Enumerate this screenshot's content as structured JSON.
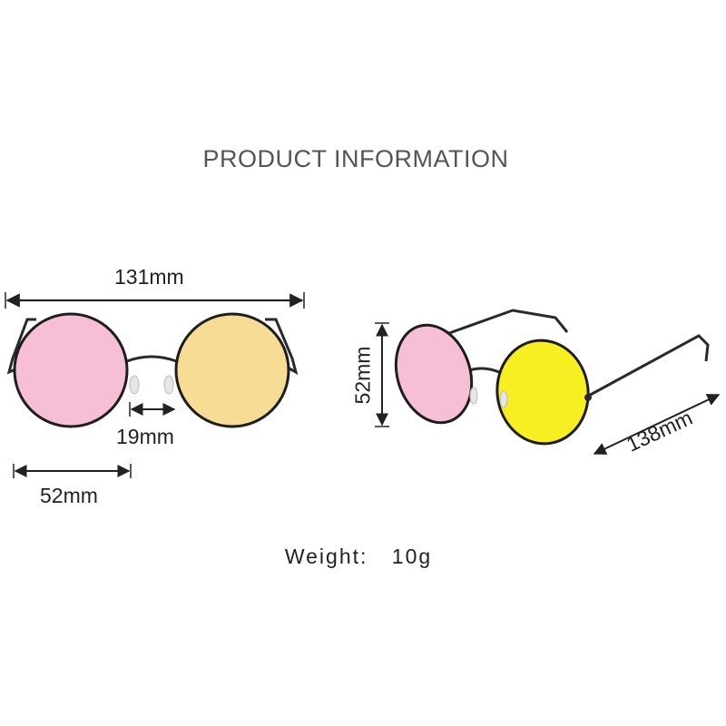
{
  "title": "PRODUCT INFORMATION",
  "front_view": {
    "total_width": "131mm",
    "bridge_width": "19mm",
    "lens_width": "52mm"
  },
  "side_view": {
    "lens_height": "52mm",
    "temple_length": "138mm"
  },
  "weight": {
    "label": "Weight:",
    "value": "10g"
  },
  "colors": {
    "left_lens": "#f7bfd6",
    "right_lens_front": "#f7dc96",
    "right_lens_side": "#f7ef22",
    "frame": "#2a2a2a",
    "text": "#222222",
    "title": "#555555"
  }
}
